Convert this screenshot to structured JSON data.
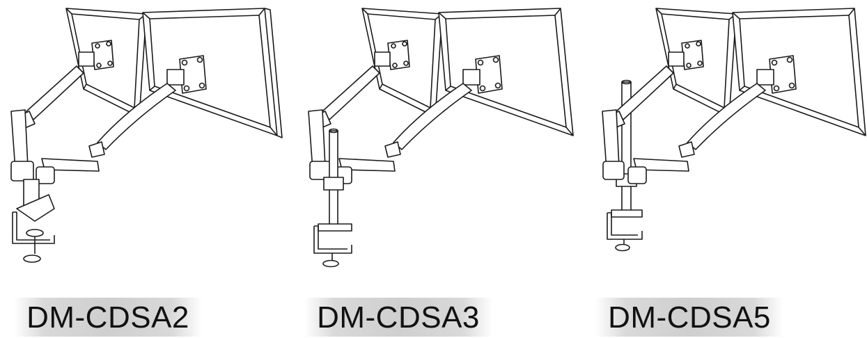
{
  "products": [
    {
      "model": "DM-CDSA2",
      "mount_type": "desk-clamp-base-icon"
    },
    {
      "model": "DM-CDSA3",
      "mount_type": "short-pole-clamp-icon"
    },
    {
      "model": "DM-CDSA5",
      "mount_type": "tall-pole-clamp-icon"
    }
  ],
  "colors": {
    "line": "#1a1a1a",
    "label_bg": "#d0d0d0",
    "text": "#111111"
  }
}
